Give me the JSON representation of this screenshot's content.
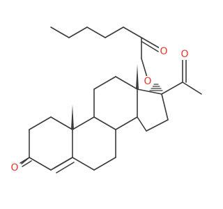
{
  "structure": {
    "atoms": [
      {
        "id": "o-ester-carbonyl",
        "label": "O",
        "color": "#e8352a"
      },
      {
        "id": "o-ester-link",
        "label": "O",
        "color": "#e8352a"
      },
      {
        "id": "o-acetyl",
        "label": "O",
        "color": "#e8352a"
      },
      {
        "id": "o-ketone",
        "label": "O",
        "color": "#e8352a"
      }
    ],
    "bond_color": "#3a3a3a"
  }
}
